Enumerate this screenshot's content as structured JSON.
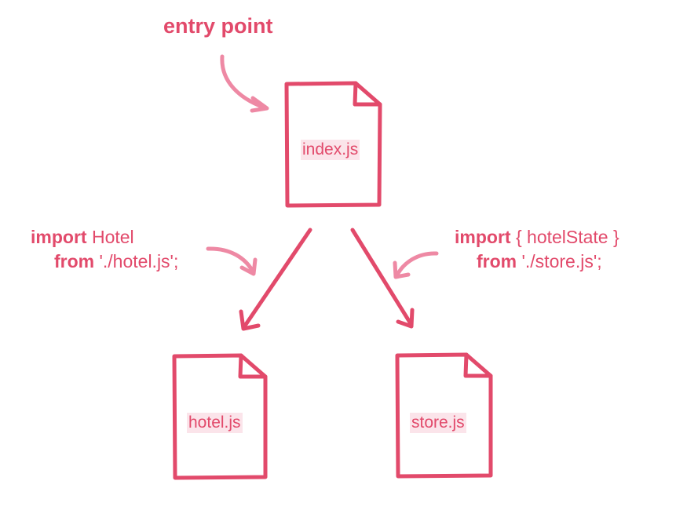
{
  "colors": {
    "accent": "#e24a6b",
    "pointer_arrow": "#ee89a4",
    "label_highlight": "#fbe4ea"
  },
  "entry": {
    "label": "entry point"
  },
  "files": {
    "index": "index.js",
    "hotel": "hotel.js",
    "store": "store.js"
  },
  "imports": {
    "left": {
      "keyword": "import",
      "binding": "Hotel",
      "from_keyword": "from",
      "source": "'./hotel.js';"
    },
    "right": {
      "keyword": "import",
      "binding": "{ hotelState }",
      "from_keyword": "from",
      "source": "'./store.js';"
    }
  }
}
